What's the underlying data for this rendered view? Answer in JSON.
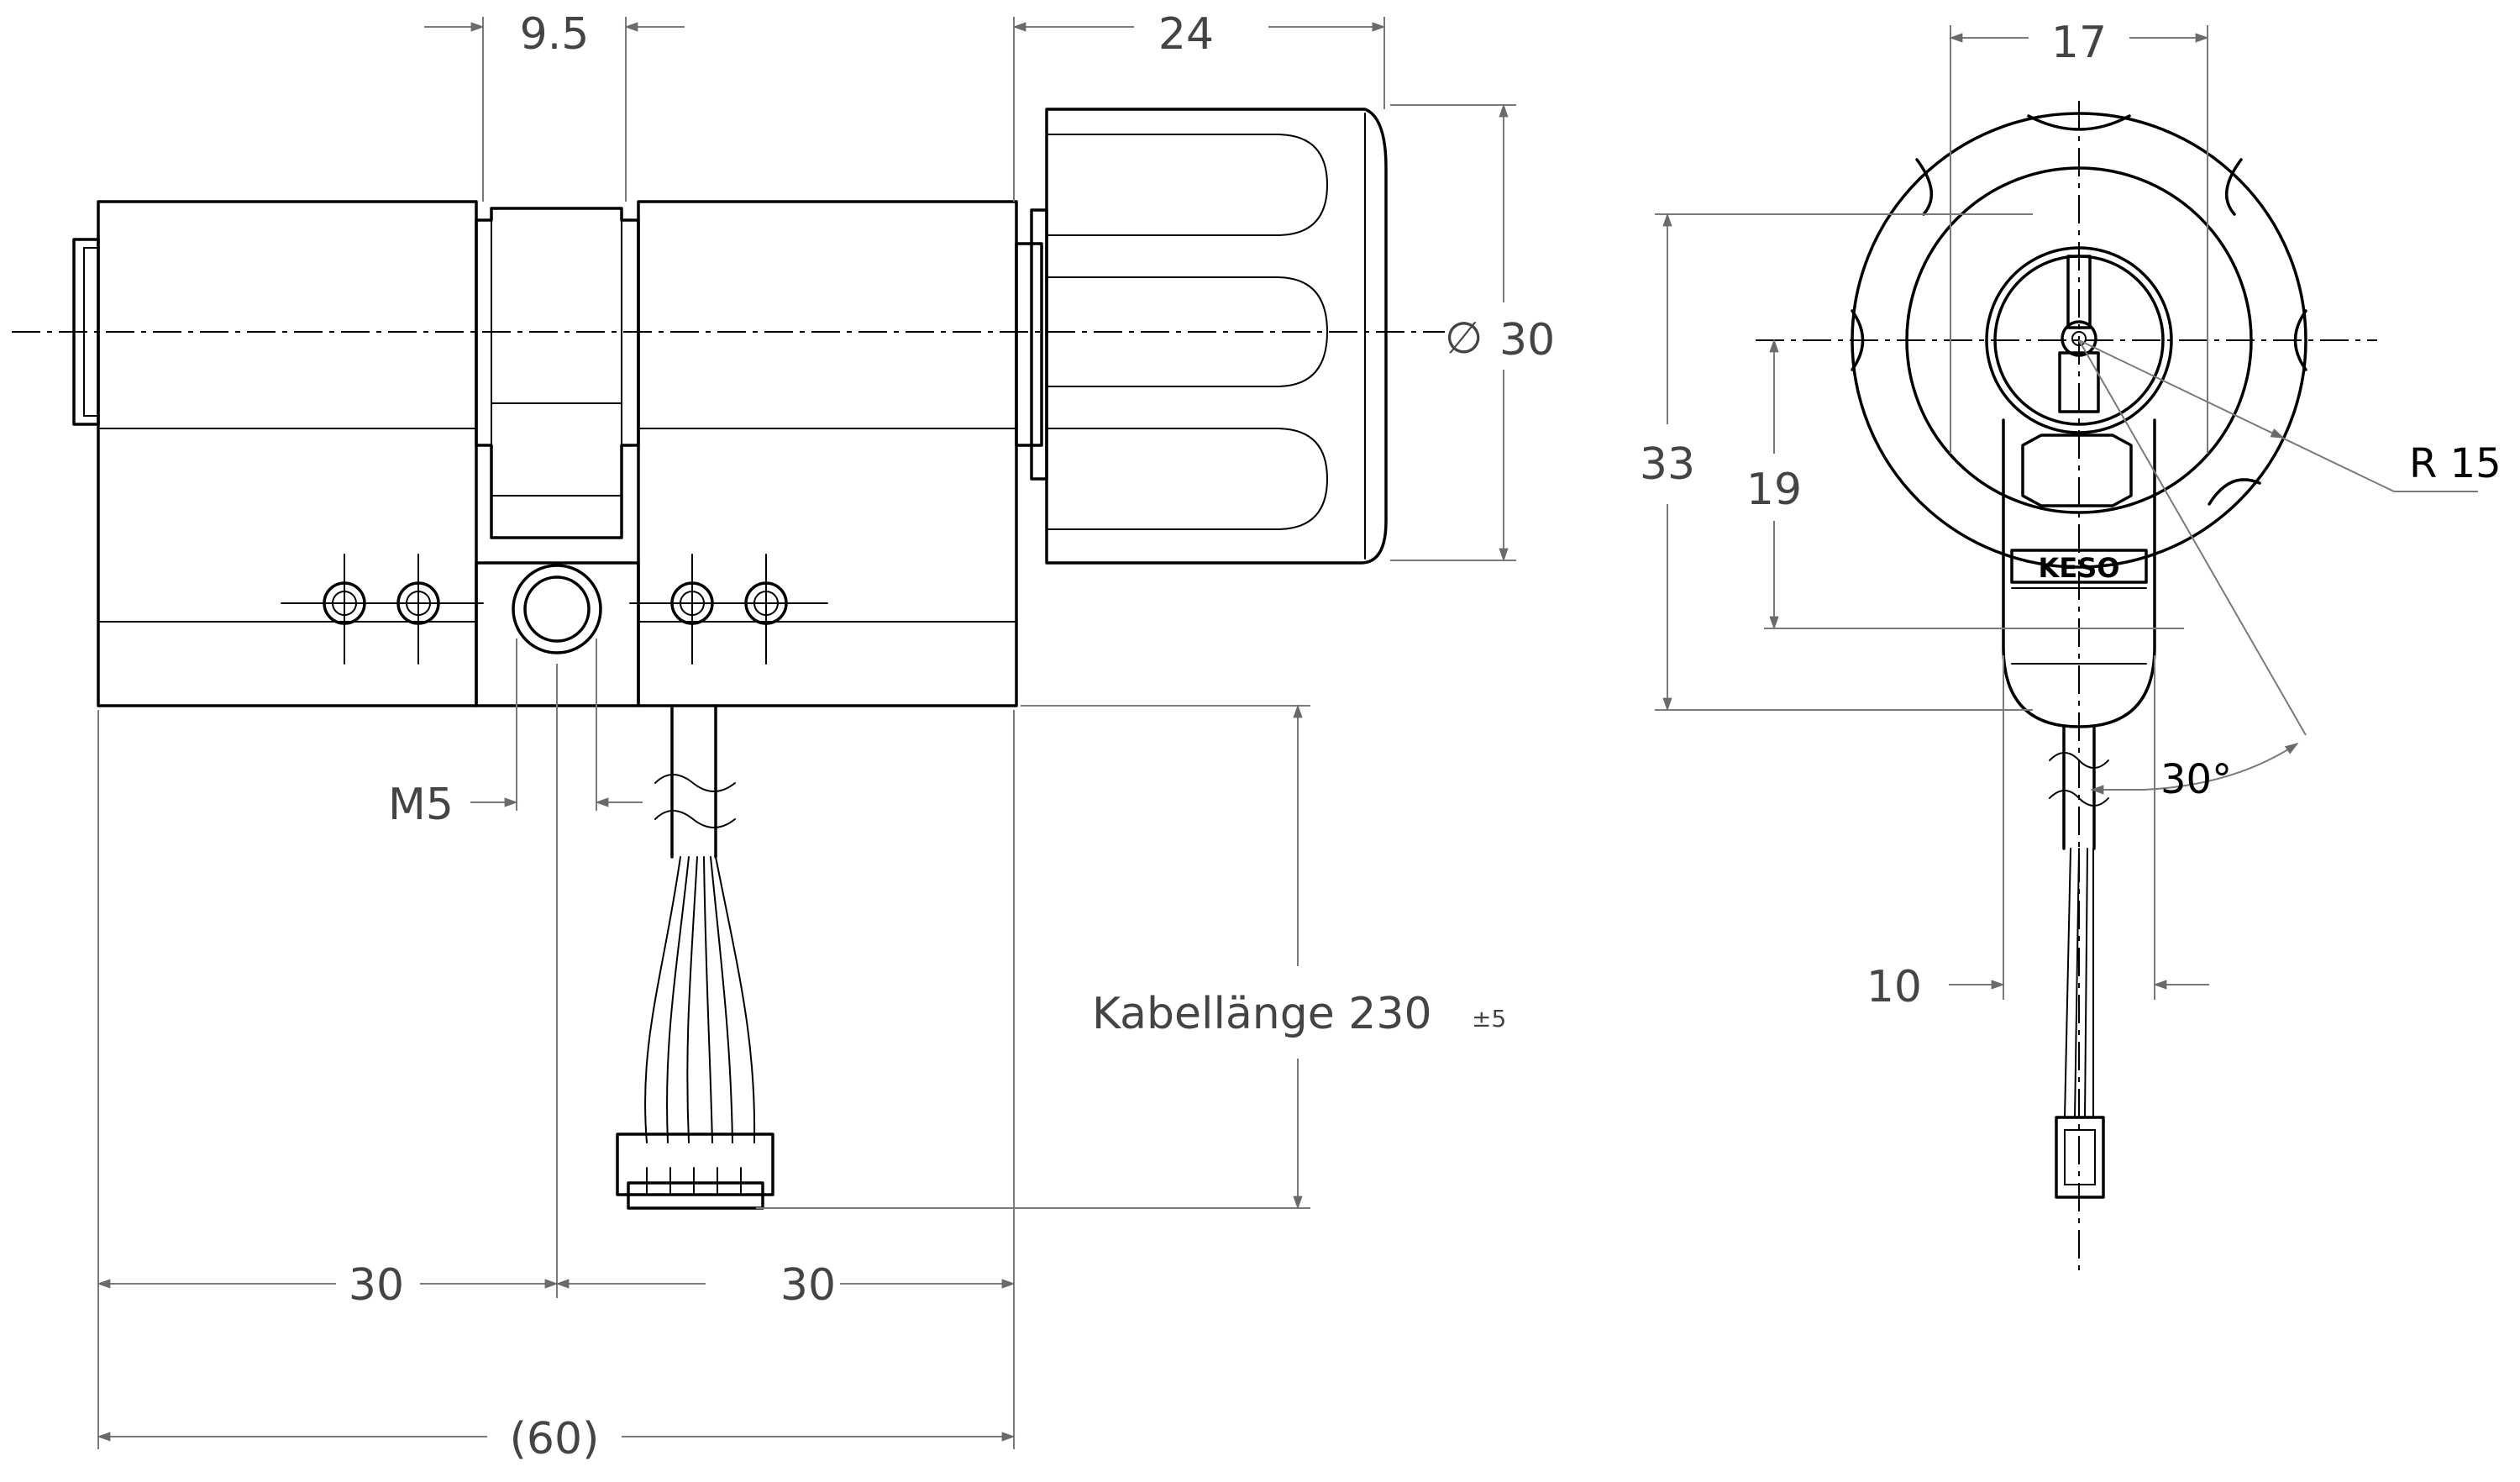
{
  "drawing": {
    "brand": "KESO",
    "dimensions": {
      "side_view": {
        "segment_width": "9.5",
        "knob_length": "24",
        "knob_diameter_symbol": "∅",
        "knob_diameter": "30",
        "thread": "M5",
        "cable_length_label": "Kabellänge 230",
        "cable_length_tolerance": "±5",
        "left_half": "30",
        "right_half": "30",
        "total_length": "(60)"
      },
      "front_view": {
        "width_top": "17",
        "height_total": "33",
        "height_axis": "19",
        "radius": "R 15",
        "bottom_width": "10",
        "angle": "30°"
      }
    }
  }
}
